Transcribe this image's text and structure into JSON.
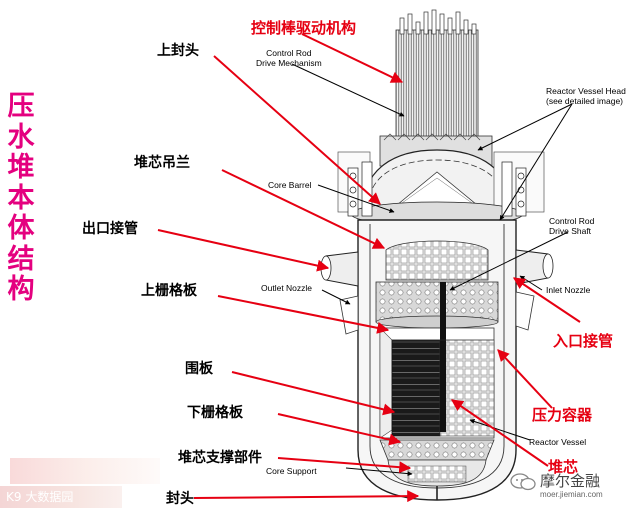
{
  "title_vertical": [
    "压",
    "水",
    "堆",
    "本",
    "体",
    "结",
    "构"
  ],
  "labels_cn": {
    "crdm": "控制棒驱动机构",
    "upper_head": "上封头",
    "core_barrel_flange": "堆芯吊兰",
    "outlet_nozzle": "出口接管",
    "upper_grid": "上栅格板",
    "baffle": "围板",
    "lower_grid": "下栅格板",
    "core_support": "堆芯支撑部件",
    "lower_head": "封头",
    "inlet_nozzle": "入口接管",
    "pressure_vessel": "压力容器",
    "core": "堆芯"
  },
  "labels_en": {
    "crdm_l1": "Control Rod",
    "crdm_l2": "Drive Mechanism",
    "rvh_l1": "Reactor Vessel Head",
    "rvh_l2": "(see detailed image)",
    "core_barrel": "Core Barrel",
    "crds_l1": "Control Rod",
    "crds_l2": "Drive Shaft",
    "outlet_nozzle": "Outlet Nozzle",
    "inlet_nozzle": "Inlet Nozzle",
    "reactor_vessel": "Reactor Vessel",
    "core_support": "Core Support"
  },
  "watermark": {
    "left": "K9 大数据园",
    "right_main": "摩尔金融",
    "right_sub": "moer.jiemian.com"
  },
  "colors": {
    "title": "#e4007f",
    "arrow": "#e60012",
    "line": "#000000"
  }
}
